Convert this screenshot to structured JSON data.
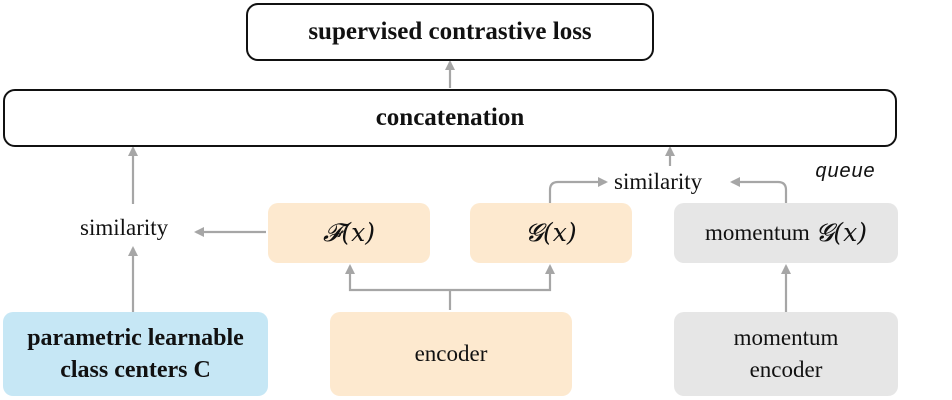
{
  "loss": {
    "label": "supervised contrastive loss"
  },
  "concat": {
    "label": "concatenation"
  },
  "similarity_left": {
    "label": "similarity"
  },
  "similarity_right": {
    "label": "similarity"
  },
  "queue": {
    "label": "queue"
  },
  "f_head": {
    "label": "𝓕(x)"
  },
  "g_head": {
    "label": "𝓖(x)"
  },
  "momentum_g": {
    "prefix": "momentum",
    "label": "𝓖(x)"
  },
  "centers": {
    "line1": "parametric learnable",
    "line2": "class centers C"
  },
  "encoder": {
    "label": "encoder"
  },
  "momentum_encoder": {
    "line1": "momentum",
    "line2": "encoder"
  },
  "colors": {
    "arrow": "#a6a6a6",
    "orange": "#fde9cf",
    "gray": "#e6e6e6",
    "blue": "#c6e7f5"
  }
}
